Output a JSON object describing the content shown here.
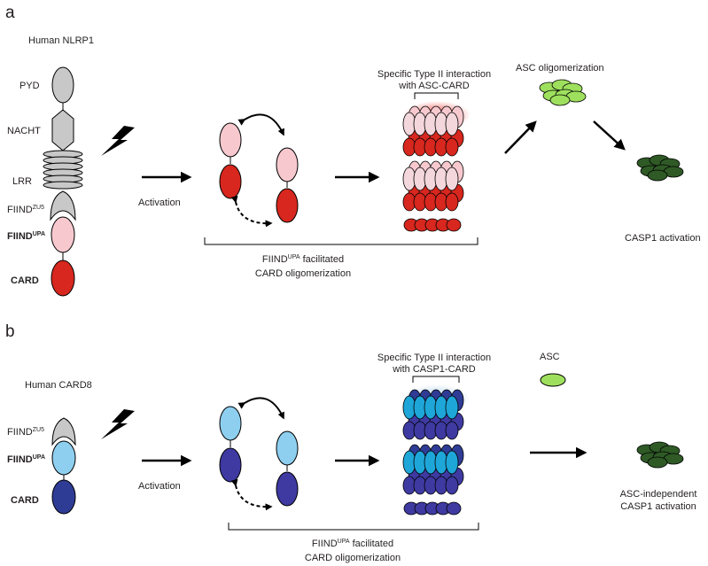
{
  "colors": {
    "pyd": "#c8c8c8",
    "red": "#d7271e",
    "pink": "#f7c9cf",
    "light_pink": "#f3d7dc",
    "light_blue": "#8ecfef",
    "navy": "#3e3aa1",
    "dark_navy": "#2f3c96",
    "cyan": "#1ea6d8",
    "light_green": "#9ee05d",
    "dark_green": "#2f5a26",
    "red_glow": "#e8312a",
    "blue_glow": "#9cc6e8"
  },
  "panel_a": {
    "letter": "a",
    "protein_title": "Human NLRP1",
    "domains": {
      "pyd": "PYD",
      "nacht": "NACHT",
      "lrr": "LRR",
      "fiind_zu5": "FIIND",
      "zu5_sup": "ZU5",
      "fiind_upa": "FIIND",
      "upa_sup": "UPA",
      "card": "CARD"
    },
    "activation": "Activation",
    "interaction_line1": "Specific Type II interaction",
    "interaction_line2": "with ASC-CARD",
    "asc_label": "ASC oligomerization",
    "casp1_label": "CASP1 activation",
    "bracket_line1_pre": "FIIND",
    "bracket_line1_sup": "UPA",
    "bracket_line1_post": " facilitated",
    "bracket_line2": "CARD oligomerization",
    "lightning_icon": "lightning-bolt"
  },
  "panel_b": {
    "letter": "b",
    "protein_title": "Human CARD8",
    "domains": {
      "fiind_zu5": "FIIND",
      "zu5_sup": "ZU5",
      "fiind_upa": "FIIND",
      "upa_sup": "UPA",
      "card": "CARD"
    },
    "activation": "Activation",
    "interaction_line1": "Specific Type II interaction",
    "interaction_line2": "with CASP1-CARD",
    "asc_label": "ASC",
    "casp1_line1": "ASC-independent",
    "casp1_line2": "CASP1 activation",
    "bracket_line1_pre": "FIIND",
    "bracket_line1_sup": "UPA",
    "bracket_line1_post": " facilitated",
    "bracket_line2": "CARD oligomerization",
    "lightning_icon": "lightning-bolt"
  }
}
